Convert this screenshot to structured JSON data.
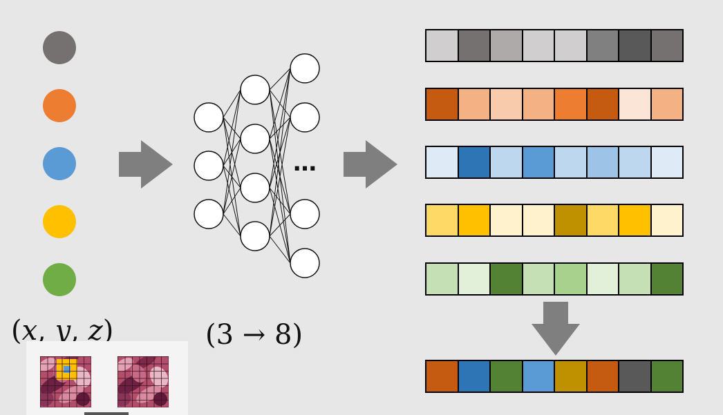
{
  "input_points": {
    "colors": [
      "#767171",
      "#ed7d31",
      "#5b9bd5",
      "#ffc000",
      "#70ad47"
    ],
    "label_parts": [
      "(",
      "x",
      ", ",
      "y",
      ", ",
      "z",
      ")"
    ]
  },
  "network": {
    "label": "(3 → 8)",
    "ellipsis": "…"
  },
  "feature_strips": [
    [
      "#d0cece",
      "#767171",
      "#aeaaaa",
      "#d0cece",
      "#d0cece",
      "#808080",
      "#595959",
      "#767171"
    ],
    [
      "#c55a11",
      "#f4b183",
      "#f8cbad",
      "#f4b183",
      "#ed7d31",
      "#c55a11",
      "#fbe5d6",
      "#f4b183"
    ],
    [
      "#deebf7",
      "#2e75b6",
      "#bdd7ee",
      "#5b9bd5",
      "#bdd7ee",
      "#9dc3e6",
      "#bdd7ee",
      "#deebf7"
    ],
    [
      "#ffd966",
      "#ffc000",
      "#fff2cc",
      "#fff2cc",
      "#bf9000",
      "#ffd966",
      "#ffc000",
      "#fff2cc"
    ],
    [
      "#c5e0b4",
      "#e2f0d9",
      "#548235",
      "#c5e0b4",
      "#a9d18e",
      "#e2f0d9",
      "#c5e0b4",
      "#548235"
    ]
  ],
  "pooled_strip": [
    "#c55a11",
    "#2e75b6",
    "#548235",
    "#5b9bd5",
    "#bf9000",
    "#c55a11",
    "#595959",
    "#548235"
  ],
  "arrow_color": "#7f7f7f"
}
